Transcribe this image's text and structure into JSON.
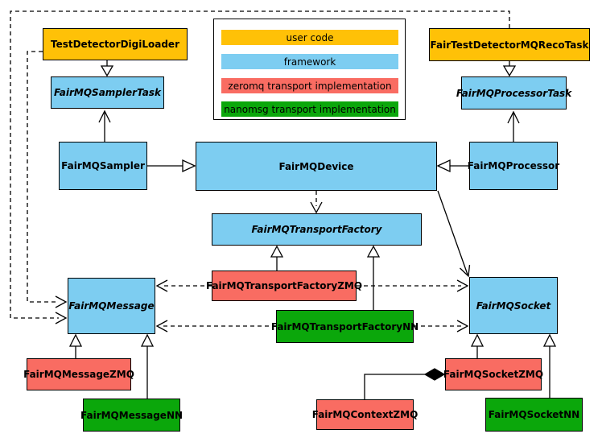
{
  "colors": {
    "user_code": "#FFC107",
    "framework": "#7DCDF1",
    "zeromq": "#F96C62",
    "nanomsg": "#0BA70B"
  },
  "legend": {
    "items": [
      {
        "label": "user code",
        "color": "#FFC107"
      },
      {
        "label": "framework",
        "color": "#7DCDF1"
      },
      {
        "label": "zeromq transport implementation",
        "color": "#F96C62"
      },
      {
        "label": "nanomsg transport implementation",
        "color": "#0BA70B"
      }
    ]
  },
  "nodes": {
    "testDetectorDigiLoader": {
      "label": "TestDetectorDigiLoader",
      "category": "user code",
      "abstract": false
    },
    "fairTestDetectorMQRecoTask": {
      "label": "FairTestDetectorMQRecoTask",
      "category": "user code",
      "abstract": false
    },
    "fairMQSamplerTask": {
      "label": "FairMQSamplerTask",
      "category": "framework",
      "abstract": true
    },
    "fairMQProcessorTask": {
      "label": "FairMQProcessorTask",
      "category": "framework",
      "abstract": true
    },
    "fairMQSampler": {
      "label": "FairMQSampler",
      "category": "framework",
      "abstract": false
    },
    "fairMQDevice": {
      "label": "FairMQDevice",
      "category": "framework",
      "abstract": false
    },
    "fairMQProcessor": {
      "label": "FairMQProcessor",
      "category": "framework",
      "abstract": false
    },
    "fairMQTransportFactory": {
      "label": "FairMQTransportFactory",
      "category": "framework",
      "abstract": true
    },
    "fairMQTransportFactoryZMQ": {
      "label": "FairMQTransportFactoryZMQ",
      "category": "zeromq",
      "abstract": false
    },
    "fairMQTransportFactoryNN": {
      "label": "FairMQTransportFactoryNN",
      "category": "nanomsg",
      "abstract": false
    },
    "fairMQMessage": {
      "label": "FairMQMessage",
      "category": "framework",
      "abstract": true
    },
    "fairMQSocket": {
      "label": "FairMQSocket",
      "category": "framework",
      "abstract": true
    },
    "fairMQMessageZMQ": {
      "label": "FairMQMessageZMQ",
      "category": "zeromq",
      "abstract": false
    },
    "fairMQMessageNN": {
      "label": "FairMQMessageNN",
      "category": "nanomsg",
      "abstract": false
    },
    "fairMQSocketZMQ": {
      "label": "FairMQSocketZMQ",
      "category": "zeromq",
      "abstract": false
    },
    "fairMQSocketNN": {
      "label": "FairMQSocketNN",
      "category": "nanomsg",
      "abstract": false
    },
    "fairMQContextZMQ": {
      "label": "FairMQContextZMQ",
      "category": "zeromq",
      "abstract": false
    }
  },
  "relationships": [
    {
      "from": "TestDetectorDigiLoader",
      "to": "FairMQSamplerTask",
      "type": "inheritance"
    },
    {
      "from": "FairTestDetectorMQRecoTask",
      "to": "FairMQProcessorTask",
      "type": "inheritance"
    },
    {
      "from": "FairMQSampler",
      "to": "FairMQSamplerTask",
      "type": "association"
    },
    {
      "from": "FairMQProcessor",
      "to": "FairMQProcessorTask",
      "type": "association"
    },
    {
      "from": "FairMQSampler",
      "to": "FairMQDevice",
      "type": "inheritance"
    },
    {
      "from": "FairMQProcessor",
      "to": "FairMQDevice",
      "type": "inheritance"
    },
    {
      "from": "FairMQDevice",
      "to": "FairMQTransportFactory",
      "type": "dependency"
    },
    {
      "from": "FairMQDevice",
      "to": "FairMQSocket",
      "type": "association"
    },
    {
      "from": "FairMQTransportFactoryZMQ",
      "to": "FairMQTransportFactory",
      "type": "inheritance"
    },
    {
      "from": "FairMQTransportFactoryNN",
      "to": "FairMQTransportFactory",
      "type": "inheritance"
    },
    {
      "from": "FairMQTransportFactoryZMQ",
      "to": "FairMQMessage",
      "type": "dependency"
    },
    {
      "from": "FairMQTransportFactoryZMQ",
      "to": "FairMQSocket",
      "type": "dependency"
    },
    {
      "from": "FairMQTransportFactoryNN",
      "to": "FairMQMessage",
      "type": "dependency"
    },
    {
      "from": "FairMQTransportFactoryNN",
      "to": "FairMQSocket",
      "type": "dependency"
    },
    {
      "from": "TestDetectorDigiLoader",
      "to": "FairMQMessage",
      "type": "dependency"
    },
    {
      "from": "FairTestDetectorMQRecoTask",
      "to": "FairMQMessage",
      "type": "dependency"
    },
    {
      "from": "FairMQMessageZMQ",
      "to": "FairMQMessage",
      "type": "inheritance"
    },
    {
      "from": "FairMQMessageNN",
      "to": "FairMQMessage",
      "type": "inheritance"
    },
    {
      "from": "FairMQSocketZMQ",
      "to": "FairMQSocket",
      "type": "inheritance"
    },
    {
      "from": "FairMQSocketNN",
      "to": "FairMQSocket",
      "type": "inheritance"
    },
    {
      "from": "FairMQSocketZMQ",
      "to": "FairMQContextZMQ",
      "type": "composition"
    }
  ]
}
